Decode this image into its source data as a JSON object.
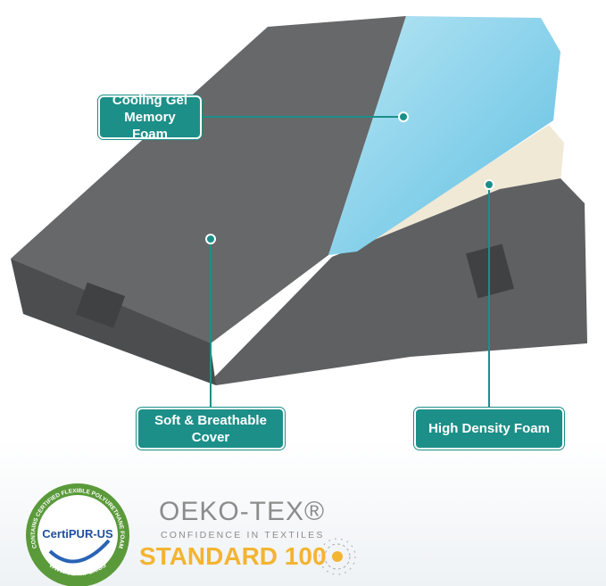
{
  "callouts": {
    "cooling": "Cooling Gel Memory Foam",
    "cover": "Soft & Breathable Cover",
    "density": "High Density Foam"
  },
  "badges": {
    "certipur_title": "CertiPUR-US",
    "certipur_ring": "CONTAINS CERTIFIED FLEXIBLE POLYURETHANE FOAM",
    "certipur_url": "WWW.CERTIPUR.US",
    "oeko_title": "OEKO-TEX®",
    "oeko_tagline": "CONFIDENCE IN TEXTILES",
    "oeko_standard": "STANDARD 100"
  },
  "colors": {
    "teal": "#1c8f88",
    "gray_cover": "#5a5c5e",
    "gel_blue": "#8fd3ea",
    "cream": "#efe9d6",
    "certipur_green": "#5a9a3a",
    "oeko_yellow": "#f3b432"
  }
}
